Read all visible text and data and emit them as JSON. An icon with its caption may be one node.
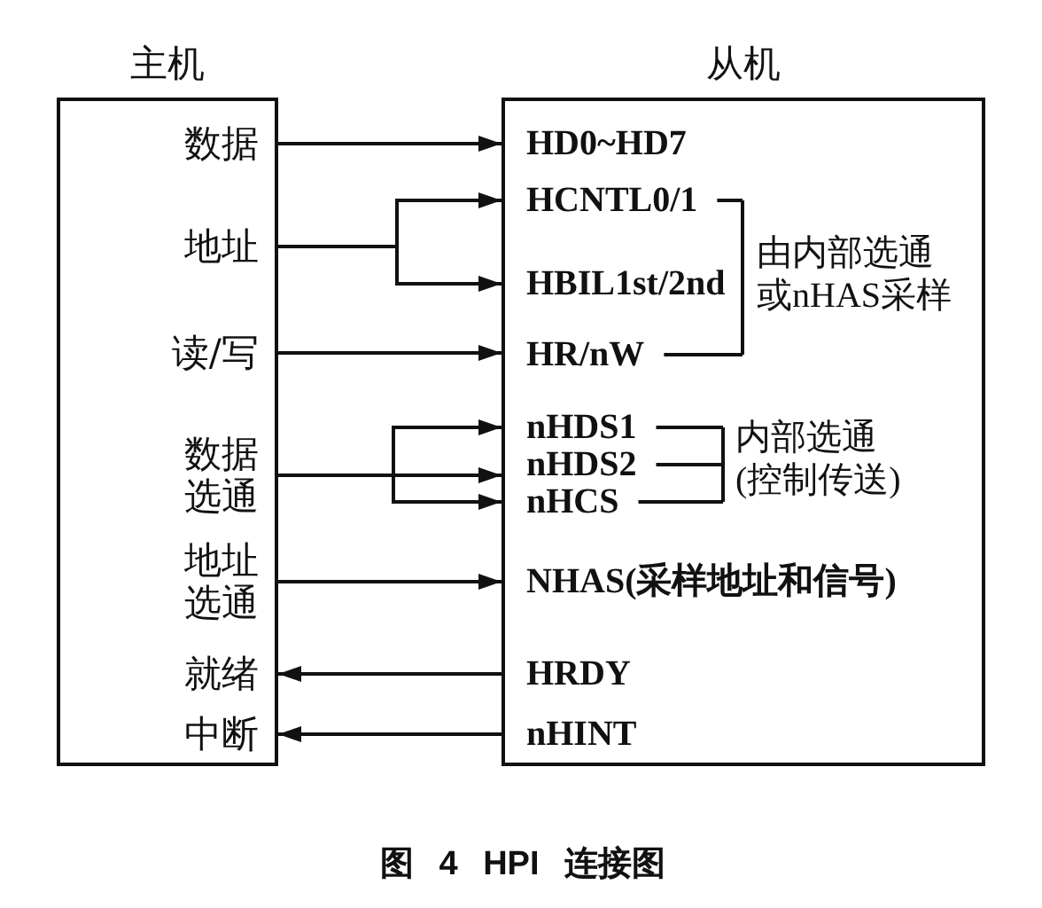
{
  "diagram": {
    "caption": "图 4 HPI 连接图",
    "nodes": [
      {
        "text": [
          "主机"
        ]
      },
      {
        "text": [
          "数据"
        ],
        "in": 0
      },
      {
        "text": [
          "地址"
        ],
        "in": 0
      },
      {
        "text": [
          "读/写"
        ],
        "in": 0
      },
      {
        "text": [
          "数据选通"
        ],
        "in": 0
      },
      {
        "text": [
          "地址选通"
        ],
        "in": 0
      },
      {
        "text": [
          "就绪"
        ],
        "in": 0
      },
      {
        "text": [
          "中断"
        ],
        "in": 0
      },
      {
        "text": [
          "从机"
        ]
      },
      {
        "text": [
          "HD0~HD7"
        ],
        "in": 8
      },
      {
        "text": [
          "HCNTL0/1"
        ],
        "in": 8
      },
      {
        "text": [
          "HBIL1st/2nd"
        ],
        "in": 8
      },
      {
        "text": [
          "HR/nW"
        ],
        "in": 8
      },
      {
        "text": [
          "nHDS1"
        ],
        "in": 8
      },
      {
        "text": [
          "nHDS2"
        ],
        "in": 8
      },
      {
        "text": [
          "nHCS"
        ],
        "in": 8
      },
      {
        "text": [
          "NHAS(采样地址和信号)"
        ],
        "in": 8
      },
      {
        "text": [
          "HRDY"
        ],
        "in": 8
      },
      {
        "text": [
          "nHINT"
        ],
        "in": 8
      }
    ],
    "edges": [
      {
        "from": 1,
        "to": 9,
        "arrow": "to"
      },
      {
        "from": 2,
        "to": 10,
        "arrow": "to"
      },
      {
        "from": 2,
        "to": 11,
        "arrow": "to"
      },
      {
        "from": 3,
        "to": 12,
        "arrow": "to"
      },
      {
        "from": 4,
        "to": 13,
        "arrow": "to"
      },
      {
        "from": 4,
        "to": 14,
        "arrow": "to"
      },
      {
        "from": 4,
        "to": 15,
        "arrow": "to"
      },
      {
        "from": 5,
        "to": 16,
        "arrow": "to"
      },
      {
        "from": 17,
        "to": 6,
        "arrow": "to"
      },
      {
        "from": 18,
        "to": 7,
        "arrow": "to"
      }
    ],
    "labels": [
      "由内部选通或nHAS采样",
      "内部选通(控制传送)"
    ]
  }
}
